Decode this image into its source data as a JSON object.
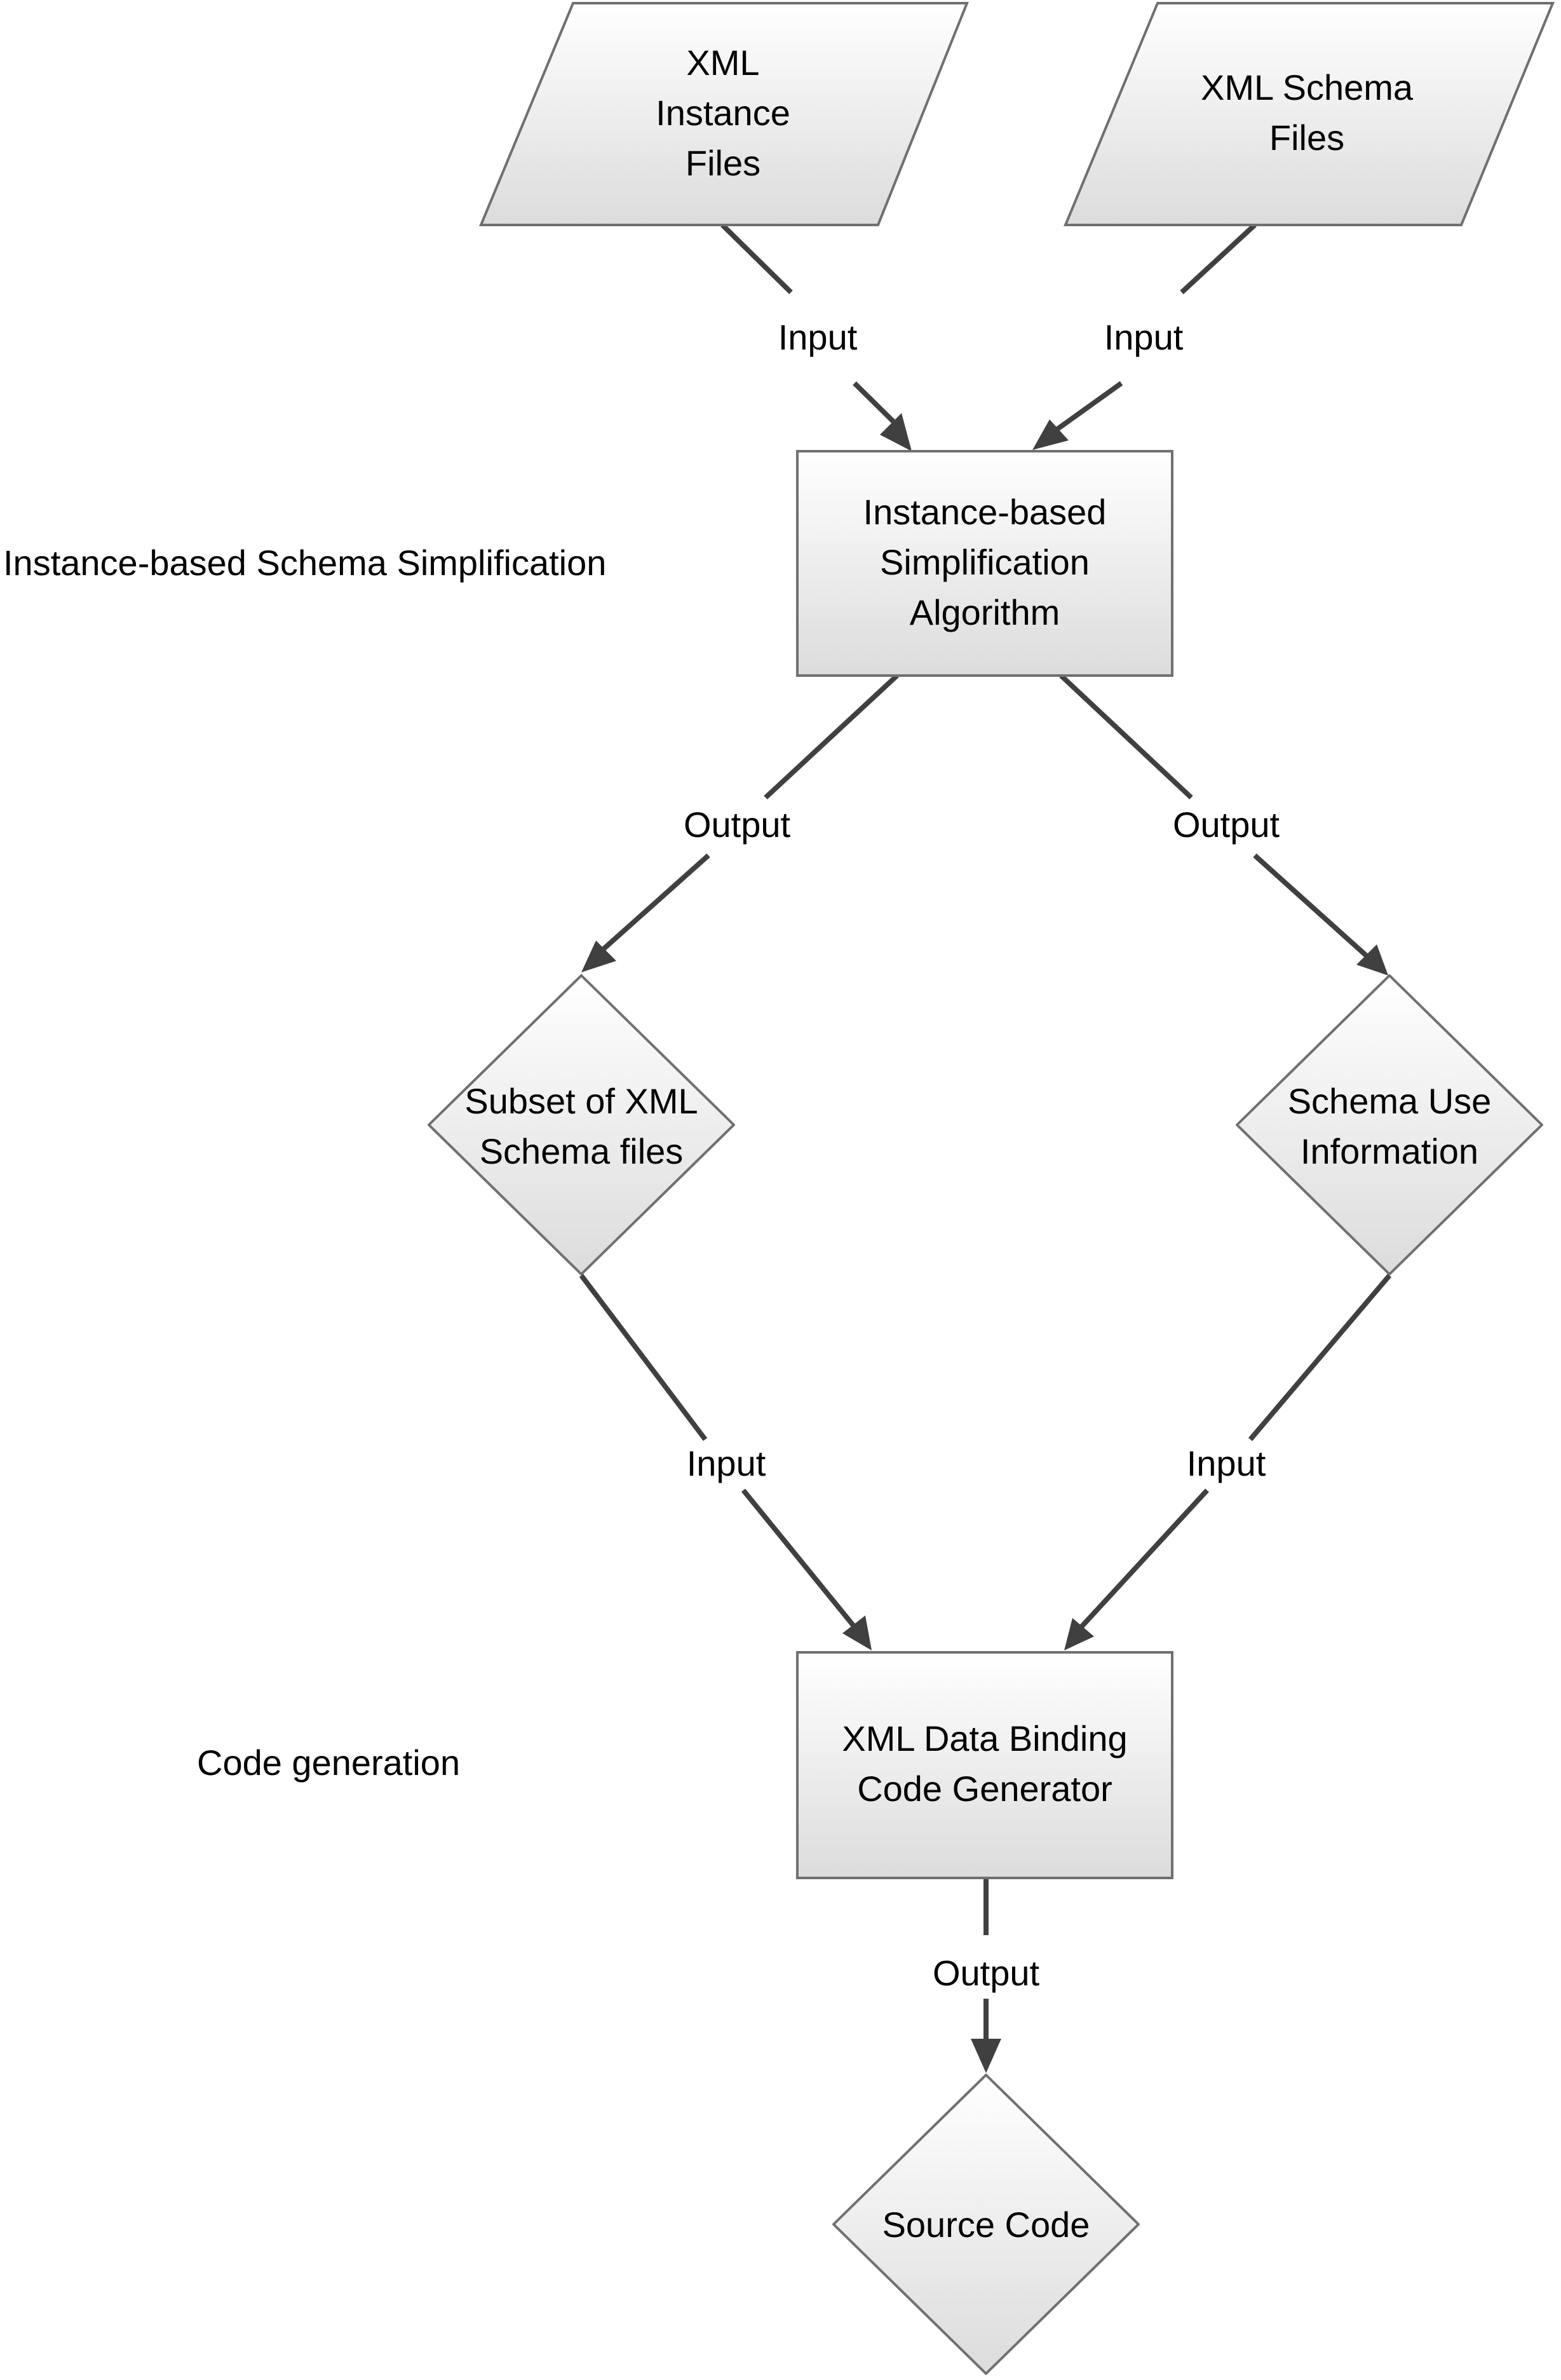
{
  "stages": {
    "simplification": "Instance-based Schema Simplification",
    "code_generation": "Code generation"
  },
  "nodes": {
    "xml_instance_files": {
      "shape": "parallelogram",
      "lines": [
        "XML",
        "Instance",
        "Files"
      ]
    },
    "xml_schema_files": {
      "shape": "parallelogram",
      "lines": [
        "XML Schema",
        "Files"
      ]
    },
    "simplification_algorithm": {
      "shape": "process",
      "lines": [
        "Instance-based",
        "Simplification",
        "Algorithm"
      ]
    },
    "subset_schema_files": {
      "shape": "diamond",
      "lines": [
        "Subset of XML",
        "Schema files"
      ]
    },
    "schema_use_information": {
      "shape": "diamond",
      "lines": [
        "Schema Use",
        "Information"
      ]
    },
    "code_generator": {
      "shape": "process",
      "lines": [
        "XML Data Binding",
        "Code Generator"
      ]
    },
    "source_code": {
      "shape": "diamond",
      "lines": [
        "Source Code"
      ]
    }
  },
  "edges": [
    {
      "from": "xml_instance_files",
      "to": "simplification_algorithm",
      "label": "Input"
    },
    {
      "from": "xml_schema_files",
      "to": "simplification_algorithm",
      "label": "Input"
    },
    {
      "from": "simplification_algorithm",
      "to": "subset_schema_files",
      "label": "Output"
    },
    {
      "from": "simplification_algorithm",
      "to": "schema_use_information",
      "label": "Output"
    },
    {
      "from": "subset_schema_files",
      "to": "code_generator",
      "label": "Input"
    },
    {
      "from": "schema_use_information",
      "to": "code_generator",
      "label": "Input"
    },
    {
      "from": "code_generator",
      "to": "source_code",
      "label": "Output"
    }
  ],
  "colors": {
    "shape_fill_top": "#ffffff",
    "shape_fill_bottom": "#dcdcdc",
    "shape_stroke": "#707070",
    "edge": "#404040"
  }
}
